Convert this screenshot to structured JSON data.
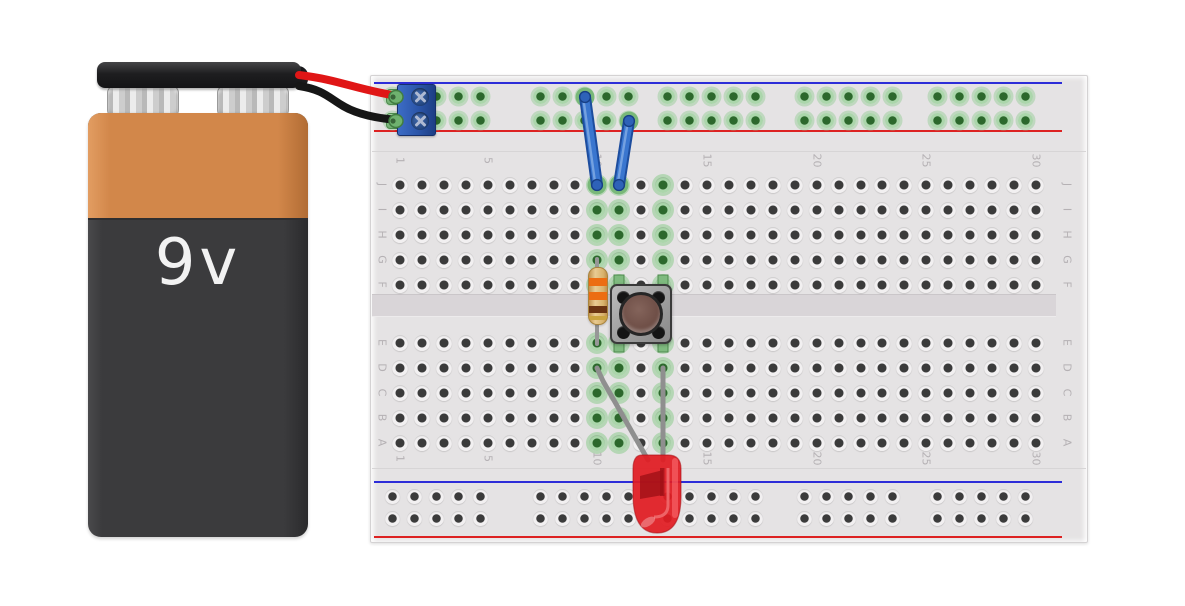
{
  "battery": {
    "label": "9v",
    "type": "9V battery"
  },
  "breadboard": {
    "column_numbers": [
      "1",
      "5",
      "10",
      "15",
      "20",
      "25",
      "30"
    ],
    "numbered_columns": [
      1,
      5,
      10,
      15,
      20,
      25,
      30
    ],
    "row_letters_top": [
      "J",
      "I",
      "H",
      "G",
      "F"
    ],
    "row_letters_bottom": [
      "E",
      "D",
      "C",
      "B",
      "A"
    ],
    "total_columns": 30,
    "highlighted_columns": [
      10,
      11,
      13
    ],
    "top_rail_connected": true,
    "bottom_rail_connected": false
  },
  "components": {
    "battery": {
      "type": "9V battery",
      "label": "9v"
    },
    "terminal_block": {
      "type": "2-port screw terminal",
      "location": "top power rail, columns 1-2"
    },
    "red_wire": {
      "from": "battery",
      "to": "terminal block upper port"
    },
    "black_wire": {
      "from": "battery",
      "to": "terminal block lower port"
    },
    "blue_jumper_left": {
      "from": "top power rail upper row",
      "to": "J10"
    },
    "blue_jumper_right": {
      "from": "top power rail lower row",
      "to": "J11"
    },
    "resistor": {
      "bands": [
        "orange",
        "orange",
        "brown",
        "gold"
      ],
      "from": "G10",
      "to": "E10"
    },
    "pushbutton": {
      "pins": [
        "F11",
        "F13",
        "E11",
        "E13"
      ]
    },
    "led": {
      "color": "red",
      "legs": [
        "D10",
        "D13"
      ]
    }
  },
  "colors": {
    "rail-blue": "#2d2dd8",
    "rail-red": "#dd2222",
    "board": "#e5e3e4",
    "channel": "#d9d5d8",
    "hole-dark": "#3b3b3b",
    "hole-ring": "#f2f0f1",
    "green-center": "#2c682c",
    "green-ring": "#abd6ab",
    "jumper-blue": "#3a76cf",
    "jumper-edge": "#1d4d9e",
    "wire-red": "#e01616",
    "wire-black": "#161616",
    "lead-grey": "#8f8f8f",
    "battery-orange": "#d2874a",
    "battery-dark": "#3b3b3d",
    "led-red": "#e11c22",
    "resistor-body": "#ddba78"
  },
  "band_colors": {
    "orange": "#ec6d12",
    "brown": "#6b3412",
    "gold": "#c9a23e"
  }
}
